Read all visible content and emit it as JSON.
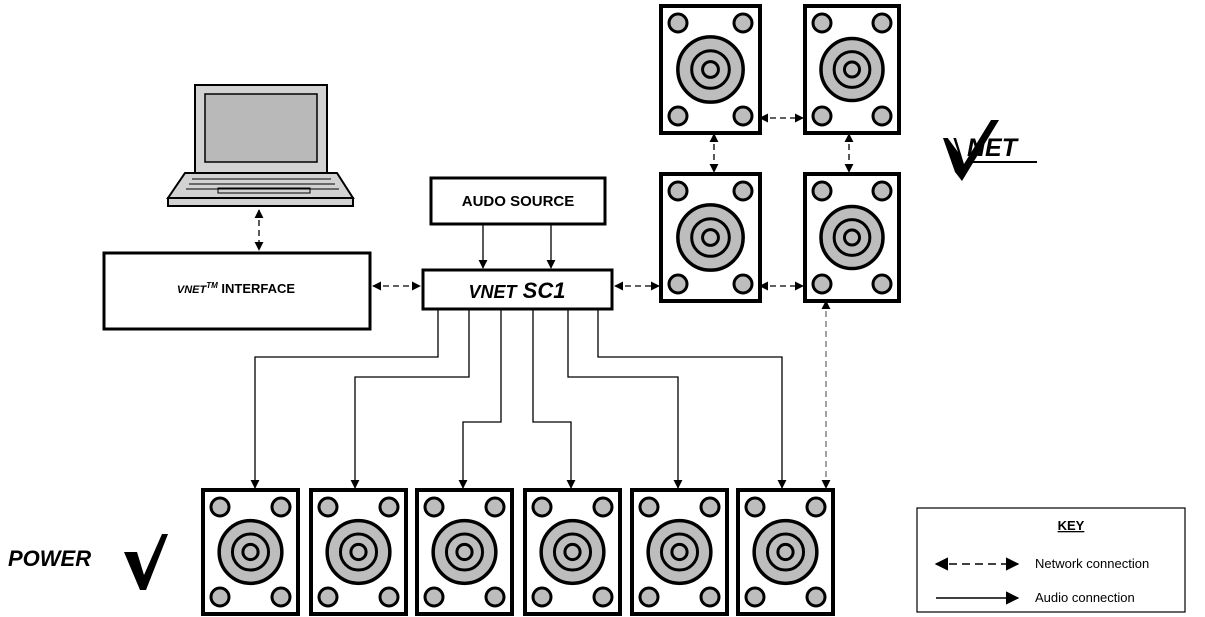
{
  "audio_source": {
    "label": "AUDO SOURCE"
  },
  "controller": {
    "label_prefix": "VNET",
    "label_suffix": " SC1"
  },
  "interface": {
    "label_prefix": "VNET",
    "label_tm": "TM",
    "label_suffix": " INTERFACE"
  },
  "key": {
    "title": "KEY",
    "network_label": "Network connection",
    "audio_label": "Audio connection"
  },
  "logos": {
    "vnet_text": "NET",
    "power_text": "POWER"
  },
  "colors": {
    "line": "#000000",
    "speaker_fill": "#bdbdbd",
    "laptop_screen": "#b9b9b9",
    "laptop_body": "#d2d2d2",
    "network_line": "#707070"
  },
  "icons": {
    "speaker": "speaker-icon",
    "laptop": "laptop-icon"
  }
}
